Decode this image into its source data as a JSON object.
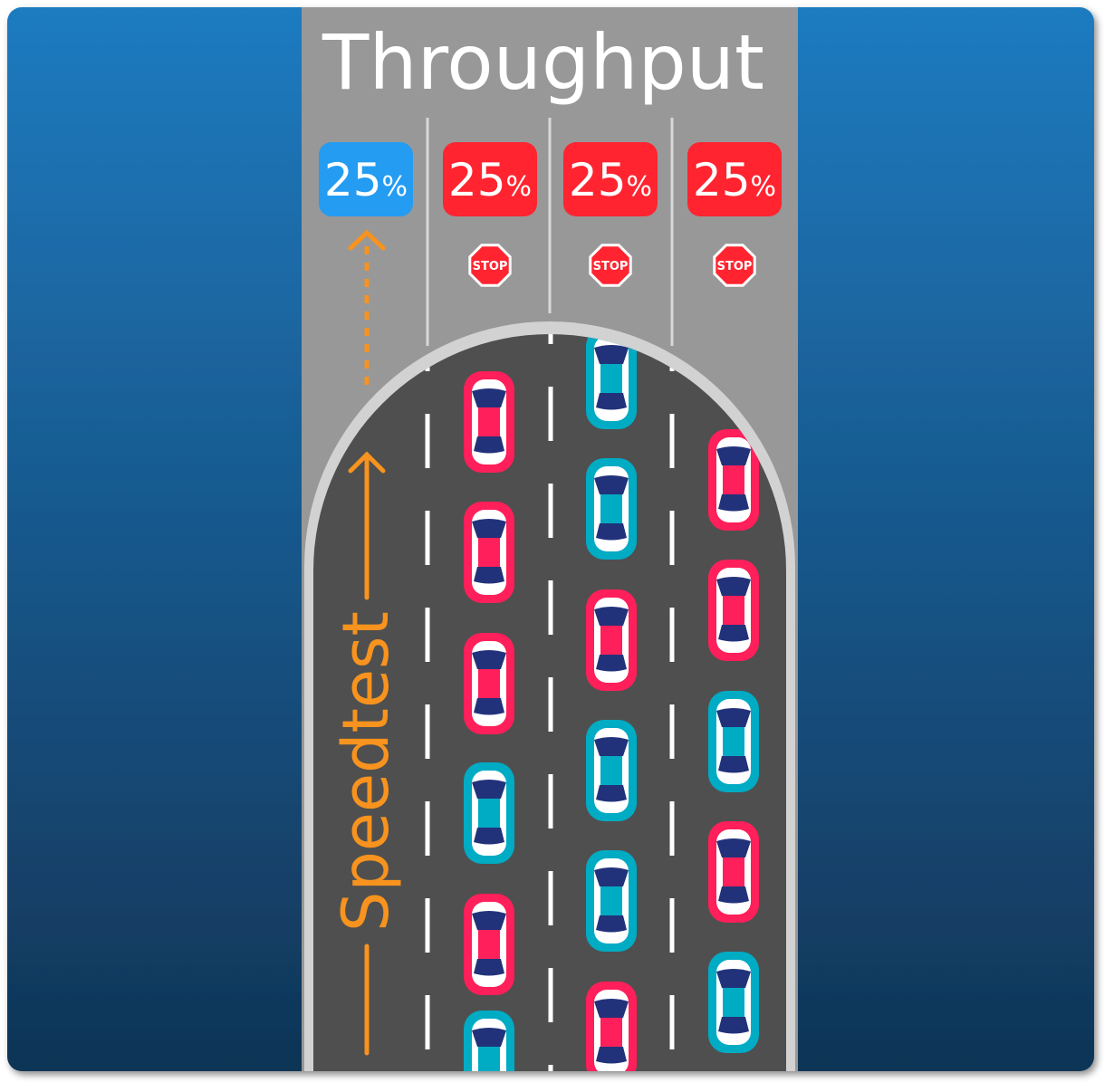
{
  "title": "Throughput",
  "side_label": "Speedtest",
  "lanes": [
    {
      "value": "25",
      "unit": "%",
      "color": "#239cf2",
      "stop": false
    },
    {
      "value": "25",
      "unit": "%",
      "color": "#ff2430",
      "stop": true
    },
    {
      "value": "25",
      "unit": "%",
      "color": "#ff2430",
      "stop": true
    },
    {
      "value": "25",
      "unit": "%",
      "color": "#ff2430",
      "stop": true
    }
  ],
  "stop_sign_text": "STOP",
  "colors": {
    "background_top": "#1f7bc0",
    "background_bottom": "#103456",
    "road_gray": "#989898",
    "asphalt": "#4f4f4f",
    "accent_orange": "#f7931e",
    "car_red": "#ff1f5a",
    "car_teal": "#00abc4",
    "car_glass": "#22327a"
  },
  "cars": [
    {
      "lane": 1,
      "colors": [
        "red",
        "red",
        "red",
        "teal",
        "red",
        "teal"
      ]
    },
    {
      "lane": 2,
      "colors": [
        "teal",
        "teal",
        "red",
        "teal",
        "teal",
        "red"
      ]
    },
    {
      "lane": 3,
      "colors": [
        "red",
        "red",
        "teal",
        "red",
        "teal"
      ]
    }
  ]
}
